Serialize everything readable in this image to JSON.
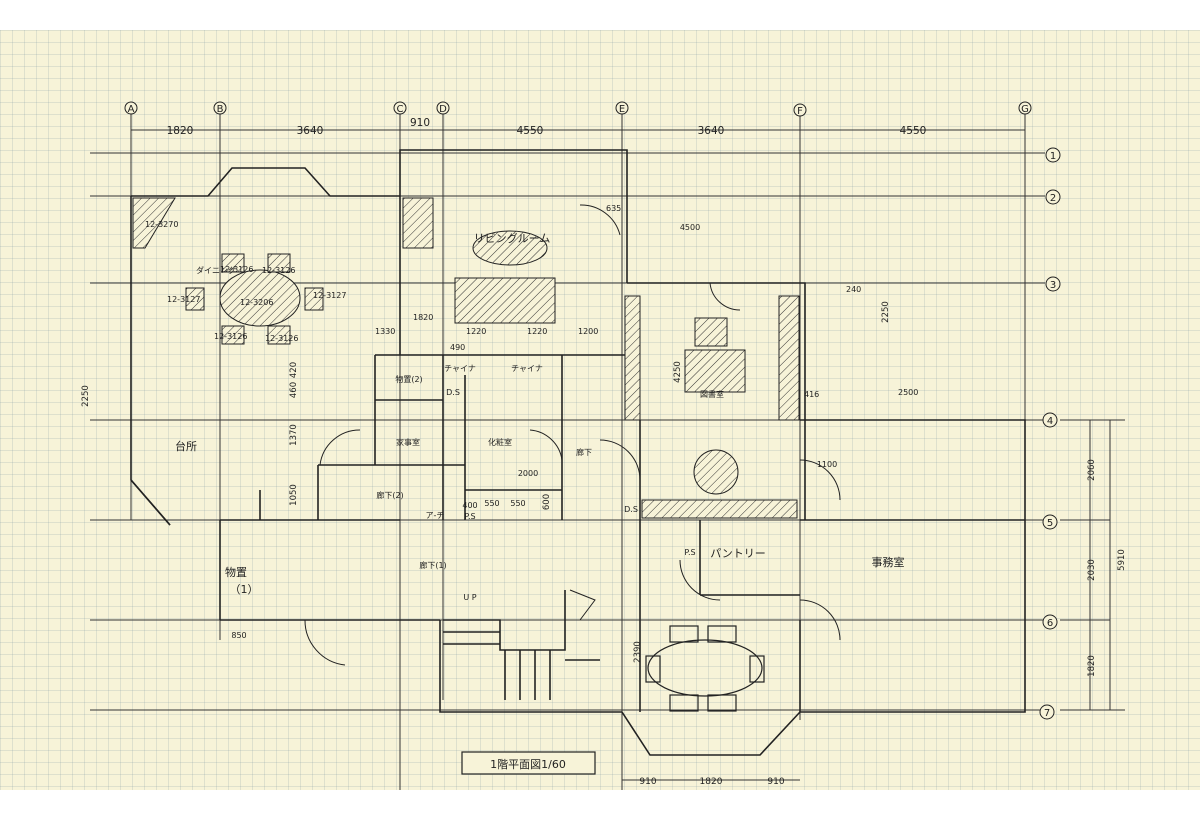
{
  "drawing": {
    "title": "1階平面図1/60",
    "column_grid": [
      "A",
      "B",
      "C",
      "D",
      "E",
      "F",
      "G"
    ],
    "row_grid": [
      "1",
      "2",
      "3",
      "4",
      "5",
      "6",
      "7"
    ],
    "top_dimensions": [
      "1820",
      "3640",
      "910",
      "4550",
      "3640",
      "4550"
    ],
    "right_dimensions": [
      "2060",
      "2030",
      "1820",
      "5910"
    ],
    "bottom_dimensions": [
      "910",
      "1820",
      "910"
    ],
    "rooms": {
      "kitchen": "台所",
      "living": "リビングルーム",
      "dining": "ダイニング",
      "storage1": "物置",
      "storage1_num": "（1）",
      "storage2": "物置(2)",
      "housework": "家事室",
      "powder": "化粧室",
      "hall1": "廊下(1)",
      "hall2": "廊下(2)",
      "hall3": "廊下",
      "study": "図書室",
      "pantry": "パントリー",
      "office": "事務室",
      "china1": "チャイナ",
      "china2": "チャイナ",
      "ds1": "D.S",
      "ds2": "D.S",
      "ps1": "P.S",
      "ps2": "P.S",
      "up": "U P",
      "misc": "ア-チ"
    },
    "fixture_labels": [
      "12-3270",
      "12-3126",
      "12-3126",
      "12-3127",
      "12-3206",
      "12-3127",
      "12-3126",
      "12-3126"
    ],
    "inner_dimensions": {
      "d635": "635",
      "d4500": "4500",
      "d240": "240",
      "d2250a": "2250",
      "d1820": "1820",
      "d1330": "1330",
      "d1220a": "1220",
      "d1220b": "1220",
      "d1200": "1200",
      "d490": "490",
      "d4250": "4250",
      "d416": "416",
      "d2500": "2500",
      "d2250b": "2250",
      "d420": "420",
      "d460": "460",
      "d1370": "1370",
      "d1050": "1050",
      "d2000": "2000",
      "d1100": "1100",
      "d400": "400",
      "d550a": "550",
      "d550b": "550",
      "d600": "600",
      "d850": "850",
      "d2390": "2390"
    }
  }
}
